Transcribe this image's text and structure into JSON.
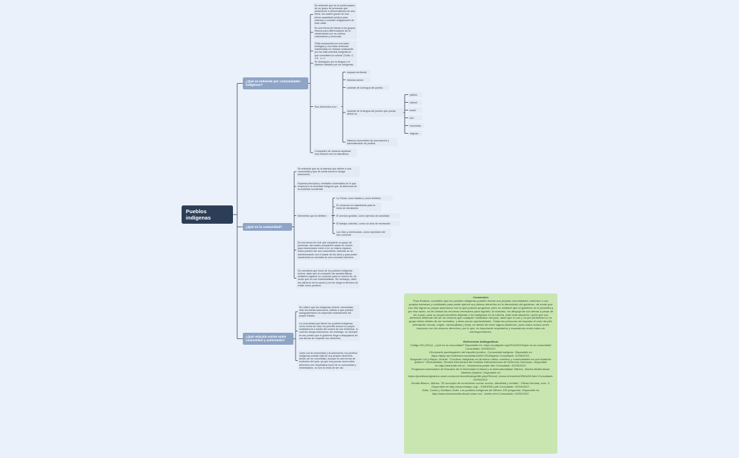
{
  "root": {
    "label": "Pueblos indígenas"
  },
  "branches": {
    "b1": {
      "label": "¿Qué se entiende por comunidades indígenas?",
      "items": [
        "Se entiende que es la conformación de un grupo de personas que pertenecen a descendientes de una etnia, los cuales gozan de una plena capacidad jurídica para ostentar y contraer obligaciones de todo clase.",
        "Es una forma de llamar a los grupos étnicos para diferenciarlos de la urbanización por su cultura, costumbres y creencias.",
        "“Está compuesta por una base biológica y una base territorial mantenidas en relación indisoluble por los instrumentos integrativos que suministra la cultura” (Sofio, C. y E., s. f.).",
        "Se distinguen por la lengua o el dialecto hablado por los indígenas.",
        "Sus elementos son:",
        "Comparten de manera espiritual una relación con la naturaleza."
      ],
      "elements": [
        "espacio territorial",
        "historia común",
        "variante de la lengua del pueblo",
        "variante de la lengua del pueblo que pueda definir la:",
        "sistema comunitario de procuración y administración de justicia"
      ],
      "organization": [
        "política",
        "cultural",
        "social",
        "civil",
        "económica",
        "religiosa"
      ]
    },
    "b2": {
      "label": "¿Qué es la comunidad?",
      "items": [
        "Se entiende que es la esencia que define a una comunidad y que de cierta forma le otorga autonomía.",
        "Expresa principios y verdades universales en lo que respecta a la sociedad indígena que, la diferencia de la sociedad occidental.",
        "Elementos que la definen:",
        "Es una forma de vivir que comparte un grupo de personas, las cuales comparten casas en común para relacionarse entre sí en un mismo espacio, éstos pueden ser sus costumbres. Además se va transformando con el pasar de los años y para poder mantenerla se necesita de una voluntad colectiva.",
        "Se considera que tocar de los pueblos indígenas únicos, dado que al compartir las características similares lograron un conjunto para un mismo fin, de modo que no son individualistas. Sin embargo, dado los esfuerzo de la nación y se les niega el derecho de existir como pueblos."
      ],
      "elements": [
        "La Tierra, como Madre y como territorio",
        "El consenso en asambleas para la toma de decisiones",
        "El servicio gratuito, como ejercicio de autoridad",
        "El trabajo colectivo, como un acto de recreación",
        "Los ritos y ceremonias, como expresión del don comunal"
      ]
    },
    "b3": {
      "label": "¿Qué relación existe entre comunidad y autonomía?",
      "items": [
        "Se refiere que los indígenas al tener comunidad, éste les brinda autonomía, debido a que pueden autogobernarse sin depender enteramente del propio Estado.",
        "La comunidad que tienen los pueblos indígenas como forma de vida, les permite buscar su propio subsistencia a través del control de sus territorios, lo cual les otorga autonomía, sin embargo, no siempre es así puesto que el gobierno llega a despojarlos de sus tierras sin respetar sus derechos.",
        "Junto con la comunidad y la autonomía, los pueblos indígenas pueden ejercer sus propios derechos dentro de su comunidad, aunque es otra forma de exclusión del país, ya que muy pocas veces tales derechos son respetados fuera de su comunidad y minimizados, no son la visita de ser así."
      ]
    }
  },
  "conclusion": {
    "title": "Conclusión",
    "text": "Para finalizar, considero que los pueblos indígenas pueden formar sus propias comunidades conforme a sus propios intereses y similitudes para poder ejercer sus plenos derechos en la intromisión del gobierno, de modo que con ello logran su propia autonomía con la que podrían progresar, pero es evidente que el gobierno no lo permitirá y por esa razón, no les brinda los recursos necesarios para lograrlo; al contrario, los despoja de sus tierras a pesar de ser suyas, para su propio beneficio dejando a los indígenas en la miseria. Ante esta situación, opino que sus derechos deberían de ser los mismos que cualquier ciudadano del país, dado que lo son y no por pertenecer a un grupo étnico deben de ser excluidos, y tener pocas oportunidades. Todas las personas sin importar el color de piel, orientación sexual, origen, nacionalidad y etnia, no deben de tener alguna distinción, pues todos somos seres humanos con los mismos derechos; por lo que, es importante respetarlos y respetarnos entre todos sin menospreciarnos."
  },
  "references": {
    "title": "Referencias bibliográficas",
    "items": [
      "Código DH (2014). ¿Qué es la comunidad? Disponible en: https://codigodh.org/2014/02/24/que-es-la-comunidad/ Consultado: 02/09/2022.",
      "Diccionario panhispánico del español jurídico. Comunidad indígena. Disponible en https://dpej.rae.es/lema/comunidad-ind%C3%ADgena Consultado: 02/09/2022.",
      "Burguete Cal y Mayor, Araceli. “Cumbres Indígenas en América Latina: cambios y continuidades en una tradición política”. Diversidades, Revista Electrónica del Instituto Interamericano de Derechos Humanos. Disponible en:http://www.iidh.ed.cr/.../resistencia-poder.htm Consultado: 02/09/2022.",
      "Programa universitario de Estudios de la Diversidad Cultural y la Interculturalidad. México, Nación Multicultural. Materia Optativa. Disponible en https://pueblosoriginarios.unam.mx/pucic/moodle/pluginfile.php/25/mod_resource/content/384/u2t5.html Consultado: 02/09/2022.",
      "Revilla Blanco, Marisa. “El concepto de movimiento social: acción, identidad y sentido”, Última Década, núm. 5. Disponible en:http://www.redalyc.org/.../19500501.pdf Consultado: 02/09/2022.",
      "Zolla, Carlos y Emiliano Zolla. Los pueblos indígenas de México 100 preguntas. Disponible en http://www.nacionmulticultural.unam.mx/.../index.html Consultado: 02/09/2022."
    ]
  },
  "colors": {
    "root": "#2c3e57",
    "branch": "#8ea5c6",
    "leaf": "#e3eaf3",
    "note": "#c9e6b0",
    "line": "#4a5a70",
    "background": "#eaf1fa"
  }
}
